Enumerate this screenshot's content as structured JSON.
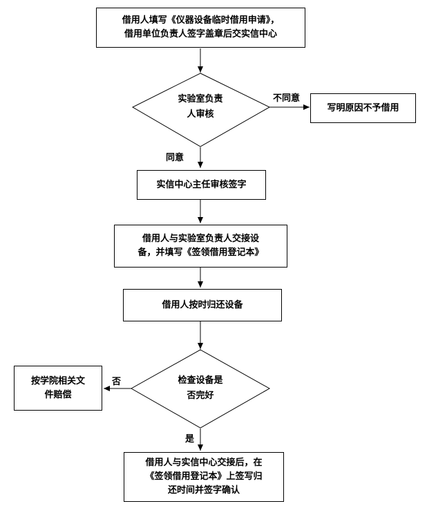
{
  "flowchart": {
    "step1": {
      "line1": "借用人填写《仪器设备临时借用申请》，",
      "line2": "借用单位负责人签字盖章后交实信中心"
    },
    "decision1": {
      "line1": "实验室负责",
      "line2": "人审核"
    },
    "reject_box": "写明原因不予借用",
    "label_disagree": "不同意",
    "label_agree": "同意",
    "step2": "实信中心主任审核签字",
    "step3": {
      "line1": "借用人与实验室负责人交接设",
      "line2": "备，并填写《签领借用登记本》"
    },
    "step4": "借用人按时归还设备",
    "decision2": {
      "line1": "检查设备是",
      "line2": "否完好"
    },
    "compensate_box": {
      "line1": "按学院相关文",
      "line2": "件赔偿"
    },
    "label_no": "否",
    "label_yes": "是",
    "step5": {
      "line1": "借用人与实信中心交接后，在",
      "line2": "《签领借用登记本》上签写归",
      "line3": "还时间并签字确认"
    }
  }
}
